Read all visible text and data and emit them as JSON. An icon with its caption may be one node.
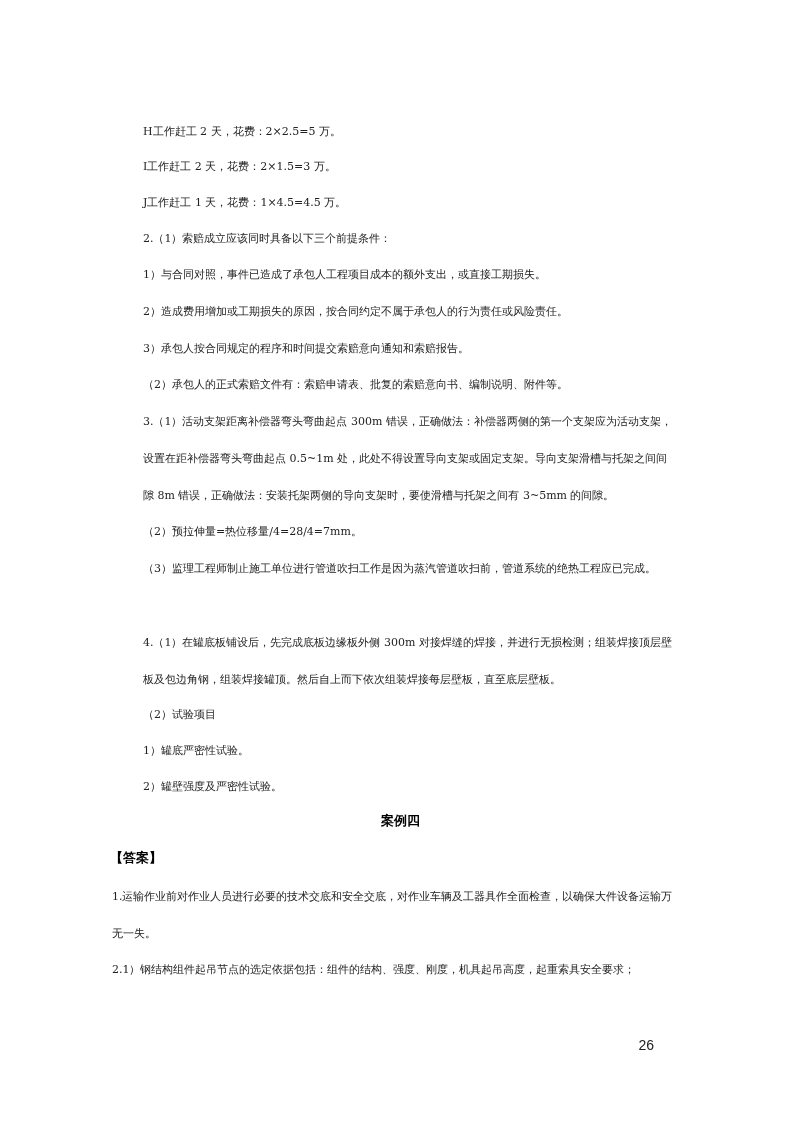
{
  "diagram": {
    "labels": [
      "H工作赶工 2 天，花费：2×2.5=5 万。",
      "I工作赶工 2 天，花费：2×1.5=3 万。",
      "J工作赶工 1 天，花费：1×4.5=4.5 万。",
      "2.（1）索赔成立应该同时具备以下三个前提条件：",
      "1）与合同对照，事件已造成了承包人工程项目成本的额外支出，或直接工期损失。",
      "2）造成费用增加或工期损失的原因，按合同约定不属于承包人的行为责任或风险责任。",
      "3）承包人按合同规定的程序和时间提交索赔意向通知和索赔报告。",
      "（2）承包人的正式索赔文件有：索赔申请表、批复的索赔意向书、编制说明、附件等。",
      "3.（1）活动支架距离补偿器弯头弯曲起点 300m 错误，正确做法：补偿器两侧的第一个支架应为活动支架，设置在距补偿器弯头弯曲起点 0.5~1m 处，此处不得设置导向支架或固定支架。导向支架滑槽与托架之间间隙 8m 错误，正确做法：安装托架两侧的导向支架时，要使滑槽与托架之间有 3~5mm 的间隙。",
      "（2）预拉伸量=热位移量/4=28/4=7mm。",
      "（3）监理工程师制止施工单位进行管道吹扫工作是因为蒸汽管道吹扫前，管道系统的绝热工程应已完成。",
      "4.（1）在罐底板铺设后，先完成底板边缘板外侧 300m 对接焊缝的焊接，并进行无损检测；组装焊接顶层壁板及包边角钢，组装焊接罐顶。然后自上而下依次组装焊接每层壁板，直至底层壁板。",
      "（2）试验项目",
      "1）罐底严密性试验。",
      "2）罐壁强度及严密性试验。",
      "案例四",
      "【答案】",
      "1.运输作业前对作业人员进行必要的技术交底和安全交底，对作业车辆及工器具作全面检查，以确保大件设备运输万无一失。",
      "2.1）钢结构组件起吊节点的选定依据包括：组件的结构、强度、刚度，机具起吊高度，起重索具安全要求；",
      "26"
    ]
  }
}
